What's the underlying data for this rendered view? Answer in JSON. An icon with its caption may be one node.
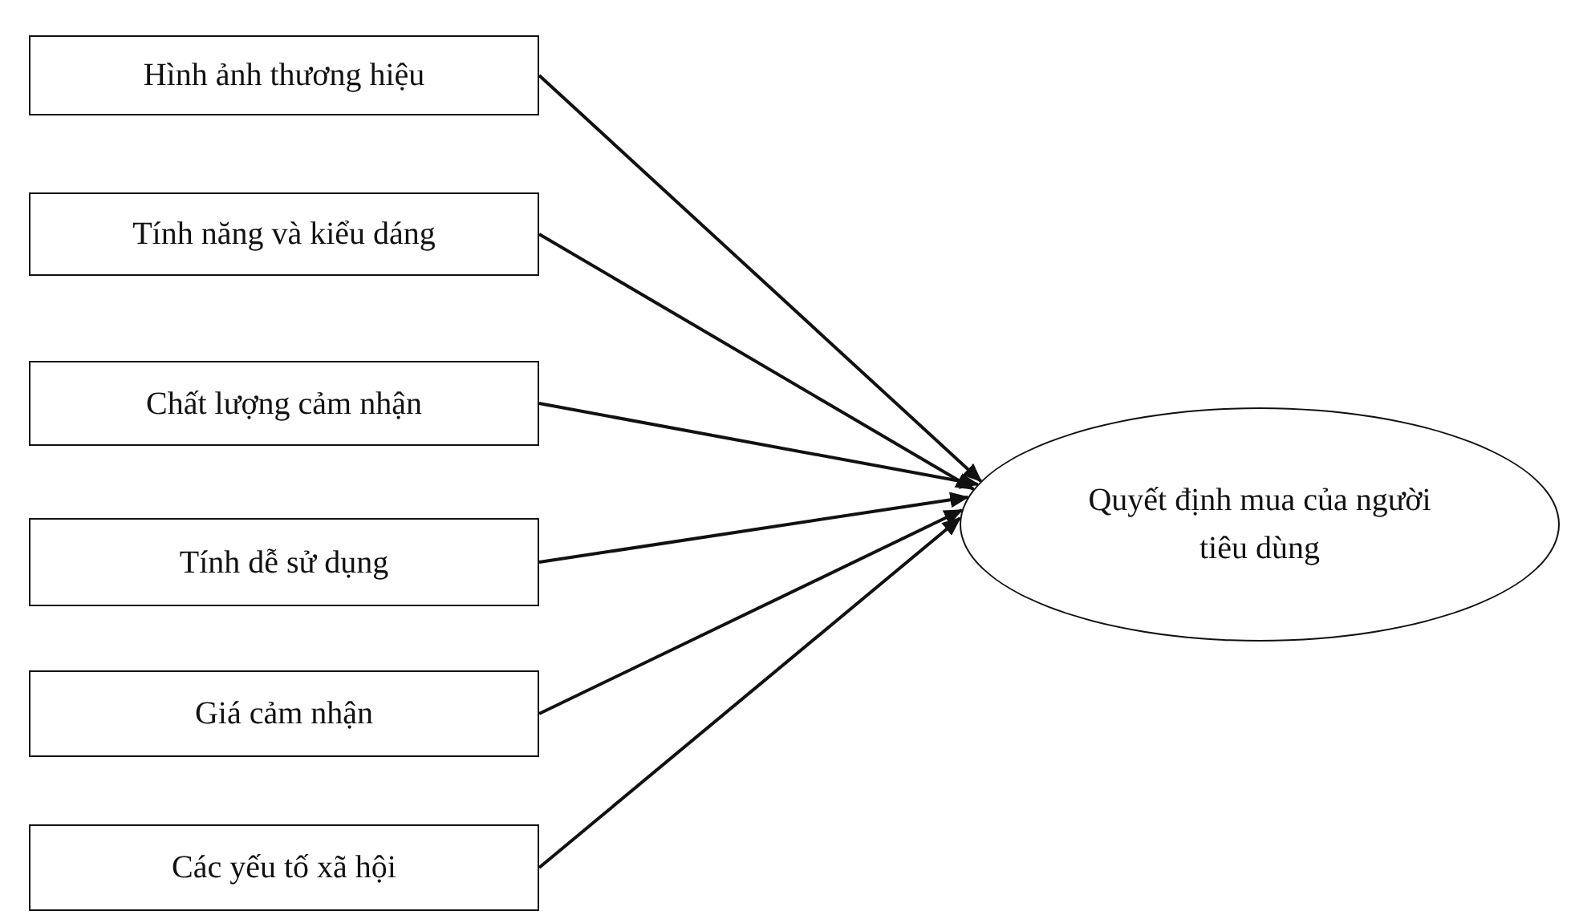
{
  "diagram": {
    "nodes": [
      {
        "text": [
          "Hình ảnh thương hiệu"
        ]
      },
      {
        "text": [
          "Tính năng và kiểu dáng"
        ]
      },
      {
        "text": [
          "Chất lượng cảm nhận"
        ]
      },
      {
        "text": [
          "Tính dễ sử dụng"
        ]
      },
      {
        "text": [
          "Giá cảm nhận"
        ]
      },
      {
        "text": [
          "Các yếu tố xã hội"
        ]
      },
      {
        "text": [
          "Quyết định mua của người tiêu dùng"
        ]
      }
    ],
    "edges": [
      {
        "from": 0,
        "to": 6,
        "arrow": "to"
      },
      {
        "from": 1,
        "to": 6,
        "arrow": "to"
      },
      {
        "from": 2,
        "to": 6,
        "arrow": "to"
      },
      {
        "from": 3,
        "to": 6,
        "arrow": "to"
      },
      {
        "from": 4,
        "to": 6,
        "arrow": "to"
      },
      {
        "from": 5,
        "to": 6,
        "arrow": "to"
      }
    ]
  }
}
